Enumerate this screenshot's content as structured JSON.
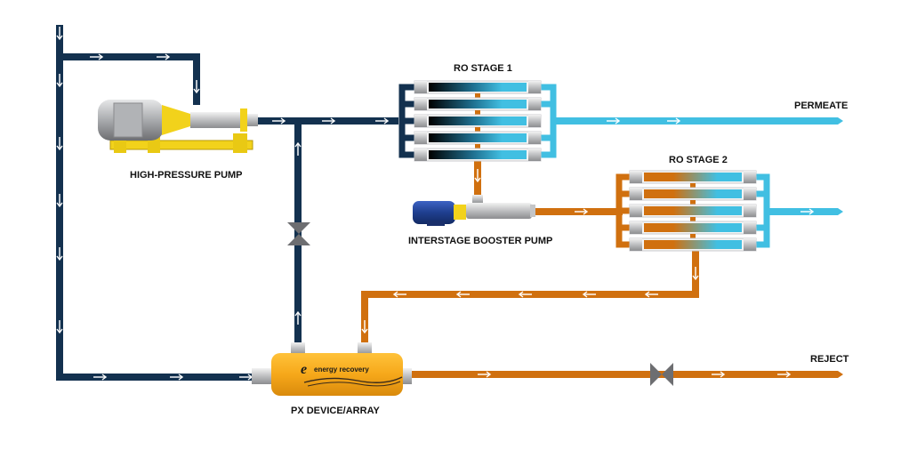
{
  "colors": {
    "feed": "#13314f",
    "brine": "#d0700f",
    "permeate": "#41bfe2",
    "valve": "#6d6e71",
    "pump_yellow": "#f2d21b",
    "px_orange": "#f6a81a",
    "motor_blue": "#1f3f8f",
    "motor_gray": "#a9abae"
  },
  "labels": {
    "high_pressure_pump": "HIGH-PRESSURE PUMP",
    "ro_stage_1": "RO STAGE 1",
    "ro_stage_2": "RO STAGE 2",
    "interstage_booster_pump": "INTERSTAGE BOOSTER PUMP",
    "px_device": "PX DEVICE/ARRAY",
    "permeate": "PERMEATE",
    "reject": "REJECT",
    "brand": "energy recovery"
  },
  "components": [
    {
      "id": "high-pressure-pump",
      "label": "HIGH-PRESSURE PUMP"
    },
    {
      "id": "ro-stage-1",
      "label": "RO STAGE 1",
      "vessels": 5
    },
    {
      "id": "ro-stage-2",
      "label": "RO STAGE 2",
      "vessels": 5
    },
    {
      "id": "interstage-booster-pump",
      "label": "INTERSTAGE BOOSTER PUMP"
    },
    {
      "id": "px-device",
      "label": "PX DEVICE/ARRAY"
    },
    {
      "id": "bypass-valve",
      "label": ""
    },
    {
      "id": "reject-valve",
      "label": ""
    }
  ],
  "flows": [
    {
      "from": "feed-inlet",
      "to": "high-pressure-pump",
      "stream": "feed"
    },
    {
      "from": "feed-inlet",
      "to": "px-device",
      "stream": "feed"
    },
    {
      "from": "high-pressure-pump",
      "to": "ro-stage-1",
      "stream": "feed"
    },
    {
      "from": "px-device",
      "to": "ro-stage-1",
      "stream": "feed",
      "via": "bypass-valve"
    },
    {
      "from": "ro-stage-1",
      "to": "permeate-outlet",
      "stream": "permeate"
    },
    {
      "from": "ro-stage-1",
      "to": "interstage-booster-pump",
      "stream": "brine"
    },
    {
      "from": "interstage-booster-pump",
      "to": "ro-stage-2",
      "stream": "brine"
    },
    {
      "from": "ro-stage-2",
      "to": "permeate-outlet-2",
      "stream": "permeate"
    },
    {
      "from": "ro-stage-2",
      "to": "px-device",
      "stream": "brine"
    },
    {
      "from": "px-device",
      "to": "reject-outlet",
      "stream": "brine",
      "via": "reject-valve"
    }
  ]
}
